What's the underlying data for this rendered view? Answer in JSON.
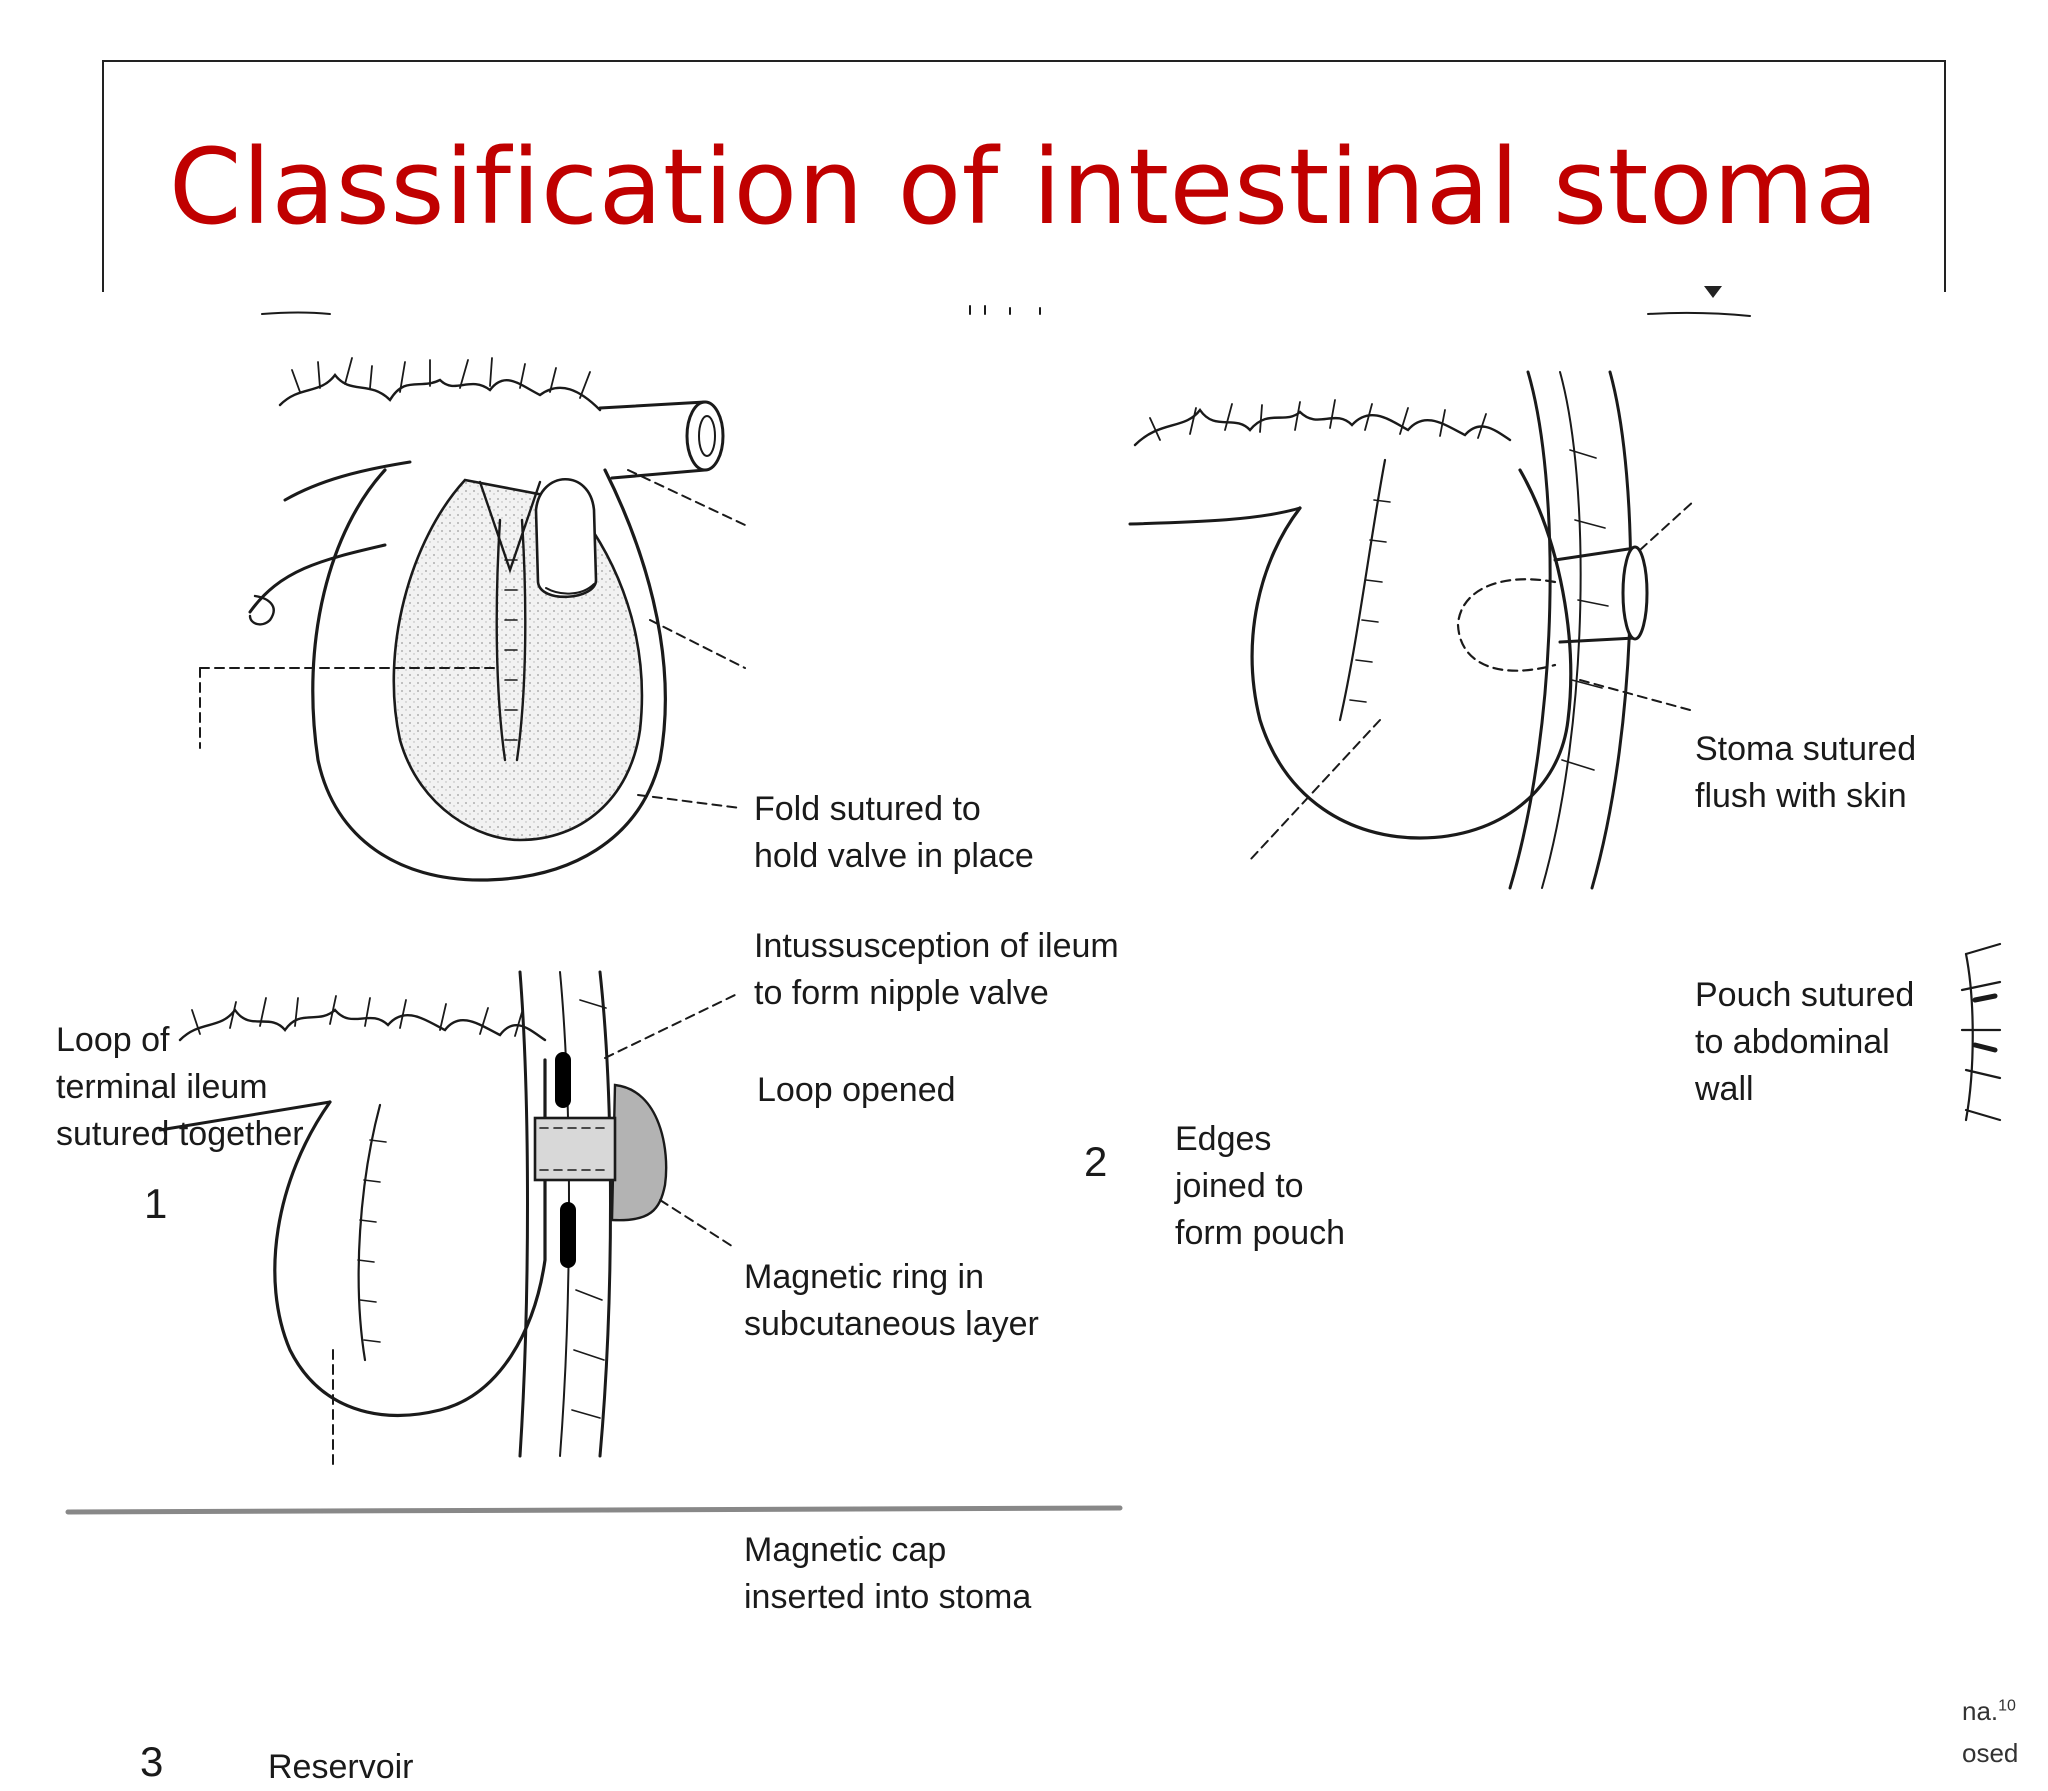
{
  "slide": {
    "title": "Classification of intestinal stoma"
  },
  "figure": {
    "panel1": {
      "number": "1",
      "labels": [
        {
          "lines": [
            "Fold sutured to",
            "hold valve in place"
          ]
        },
        {
          "lines": [
            "Intussusception of ileum",
            "to form nipple valve"
          ]
        },
        {
          "lines": [
            "Loop opened"
          ]
        },
        {
          "lines": [
            "Loop of",
            "terminal ileum",
            "sutured together"
          ]
        }
      ]
    },
    "panel2": {
      "number": "2",
      "labels": [
        {
          "lines": [
            "Stoma sutured",
            "flush with skin"
          ]
        },
        {
          "lines": [
            "Pouch sutured",
            "to abdominal",
            "wall"
          ]
        },
        {
          "lines": [
            "Edges",
            "joined to",
            "form pouch"
          ]
        }
      ]
    },
    "panel3": {
      "number": "3",
      "labels": [
        {
          "lines": [
            "Magnetic ring in",
            "subcutaneous layer"
          ]
        },
        {
          "lines": [
            "Magnetic cap",
            "inserted into stoma"
          ]
        },
        {
          "lines": [
            "Reservoir"
          ]
        }
      ]
    },
    "edge_fragments": {
      "line1": "na.",
      "superscript": "10",
      "line2": "osed"
    }
  }
}
